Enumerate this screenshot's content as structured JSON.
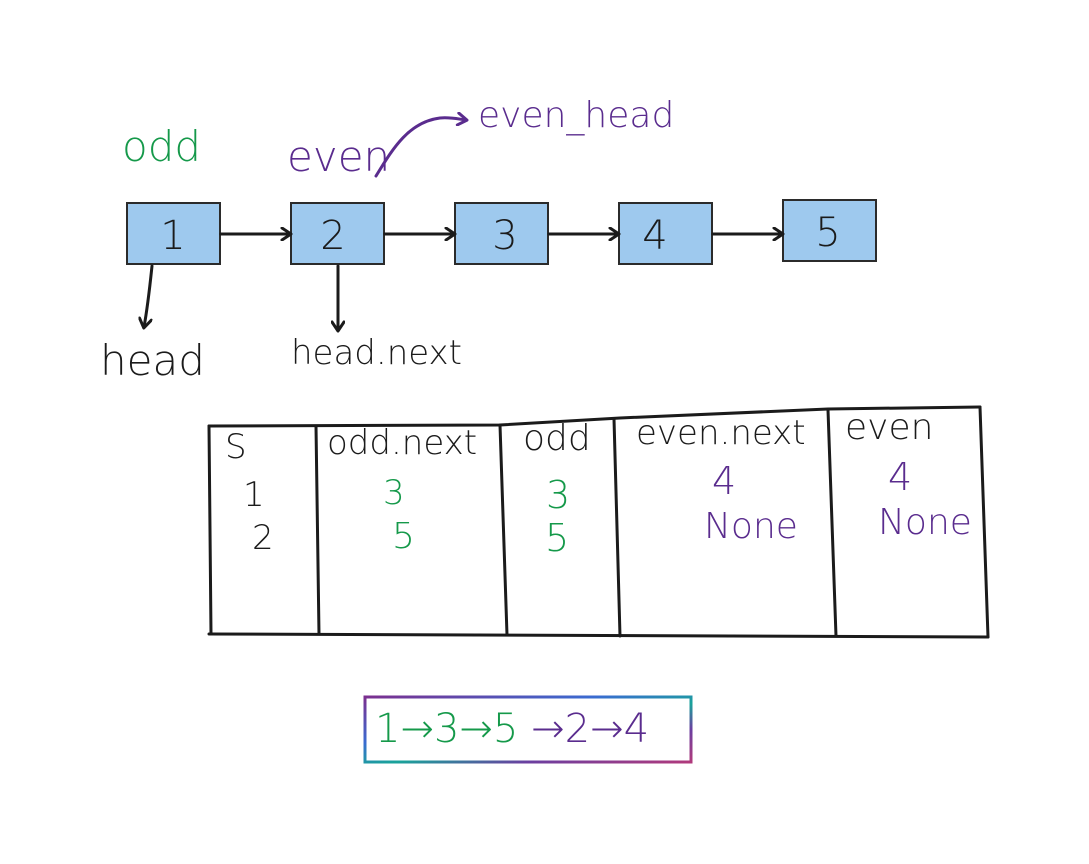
{
  "colors": {
    "green": "#15994a",
    "purple": "#5a2c8e",
    "black": "#1b1b1b",
    "node_fill": "#9ec9ee",
    "node_stroke": "#2b2b2b"
  },
  "pointers": {
    "odd": "odd",
    "even": "even",
    "even_head": "even_head",
    "head": "head",
    "head_next": "head.next"
  },
  "list": {
    "nodes": [
      "1",
      "2",
      "3",
      "4",
      "5"
    ]
  },
  "table": {
    "headers": [
      "S",
      "odd.next",
      "odd",
      "even.next",
      "even"
    ],
    "rows": [
      [
        "1",
        "3",
        "3",
        "4",
        "4"
      ],
      [
        "2",
        "5",
        "5",
        "None",
        "None"
      ]
    ]
  },
  "result": {
    "odd_part": "1→3→5",
    "joint": " →",
    "even_part": "2→4"
  }
}
